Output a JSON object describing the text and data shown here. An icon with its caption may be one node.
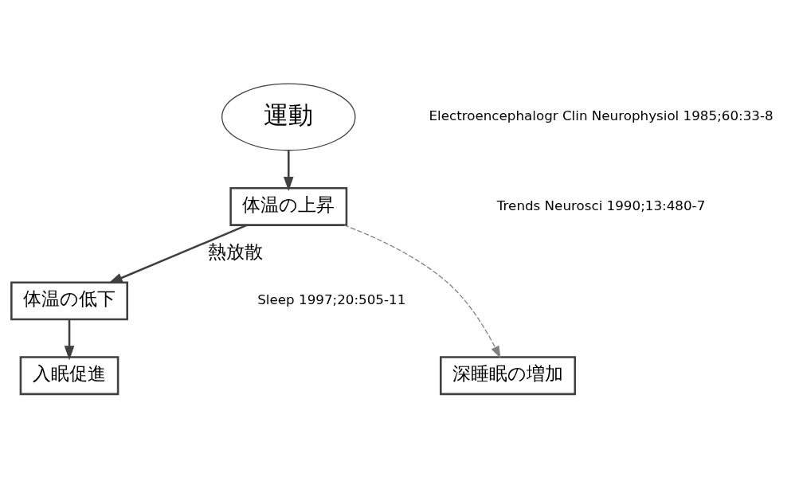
{
  "diagram": {
    "nodes": [
      {
        "text": [
          "運動"
        ]
      },
      {
        "text": [
          "体温の上昇"
        ]
      },
      {
        "text": [
          "体温の低下"
        ]
      },
      {
        "text": [
          "入眠促進"
        ]
      },
      {
        "text": [
          "深睡眠の増加"
        ]
      }
    ],
    "edges": [
      {
        "from": 0,
        "to": 1,
        "arrow": "to"
      },
      {
        "from": 1,
        "to": 2,
        "arrow": "to",
        "label": "熱放散"
      },
      {
        "from": 2,
        "to": 3,
        "arrow": "to"
      },
      {
        "from": 1,
        "to": 4,
        "arrow": "to",
        "style": "dashed",
        "color": "#808080"
      }
    ],
    "labels": [
      "Electroencephalogr Clin Neurophysiol 1985;60:33-8",
      "Trends Neurosci 1990;13:480-7",
      "Sleep 1997;20:505-11"
    ]
  }
}
